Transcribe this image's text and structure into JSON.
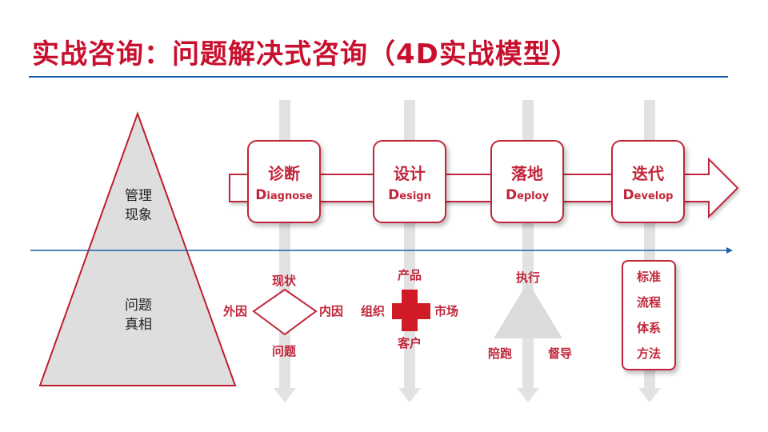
{
  "title": "实战咨询：问题解决式咨询（4D实战模型）",
  "triangle": {
    "upper_label": [
      "管理",
      "现象"
    ],
    "lower_label": [
      "问题",
      "真相"
    ]
  },
  "stages": [
    {
      "cn": "诊断",
      "en_initial": "D",
      "en_rest": "iagnose"
    },
    {
      "cn": "设计",
      "en_initial": "D",
      "en_rest": "esign"
    },
    {
      "cn": "落地",
      "en_initial": "D",
      "en_rest": "eploy"
    },
    {
      "cn": "迭代",
      "en_initial": "D",
      "en_rest": "evelop"
    }
  ],
  "diagnose": {
    "top": "现状",
    "left": "外因",
    "right": "内因",
    "bottom": "问题"
  },
  "design": {
    "top": "产品",
    "left": "组织",
    "right": "市场",
    "bottom": "客户"
  },
  "deploy": {
    "top": "执行",
    "left": "陪跑",
    "right": "督导"
  },
  "develop": {
    "items": [
      "标准",
      "流程",
      "体系",
      "方法"
    ]
  },
  "colors": {
    "title": "#c8102e",
    "accent": "#c0263a",
    "line": "#1f5fa8",
    "grey_fill": "#dcdcdc",
    "cross": "#d01a25"
  }
}
